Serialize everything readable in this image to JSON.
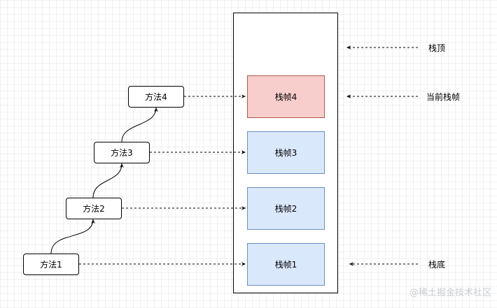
{
  "methods": [
    "方法1",
    "方法2",
    "方法3",
    "方法4"
  ],
  "frames": [
    "栈帧1",
    "栈帧2",
    "栈帧3",
    "栈帧4"
  ],
  "labels": {
    "top": "栈顶",
    "current": "当前栈帧",
    "bottom": "栈底"
  },
  "colors": {
    "frame_fill": "#dae8fc",
    "frame_stroke": "#6c8ebf",
    "current_fill": "#f8cecc",
    "current_stroke": "#b85450"
  },
  "watermark": "@稀土掘金技术社区"
}
